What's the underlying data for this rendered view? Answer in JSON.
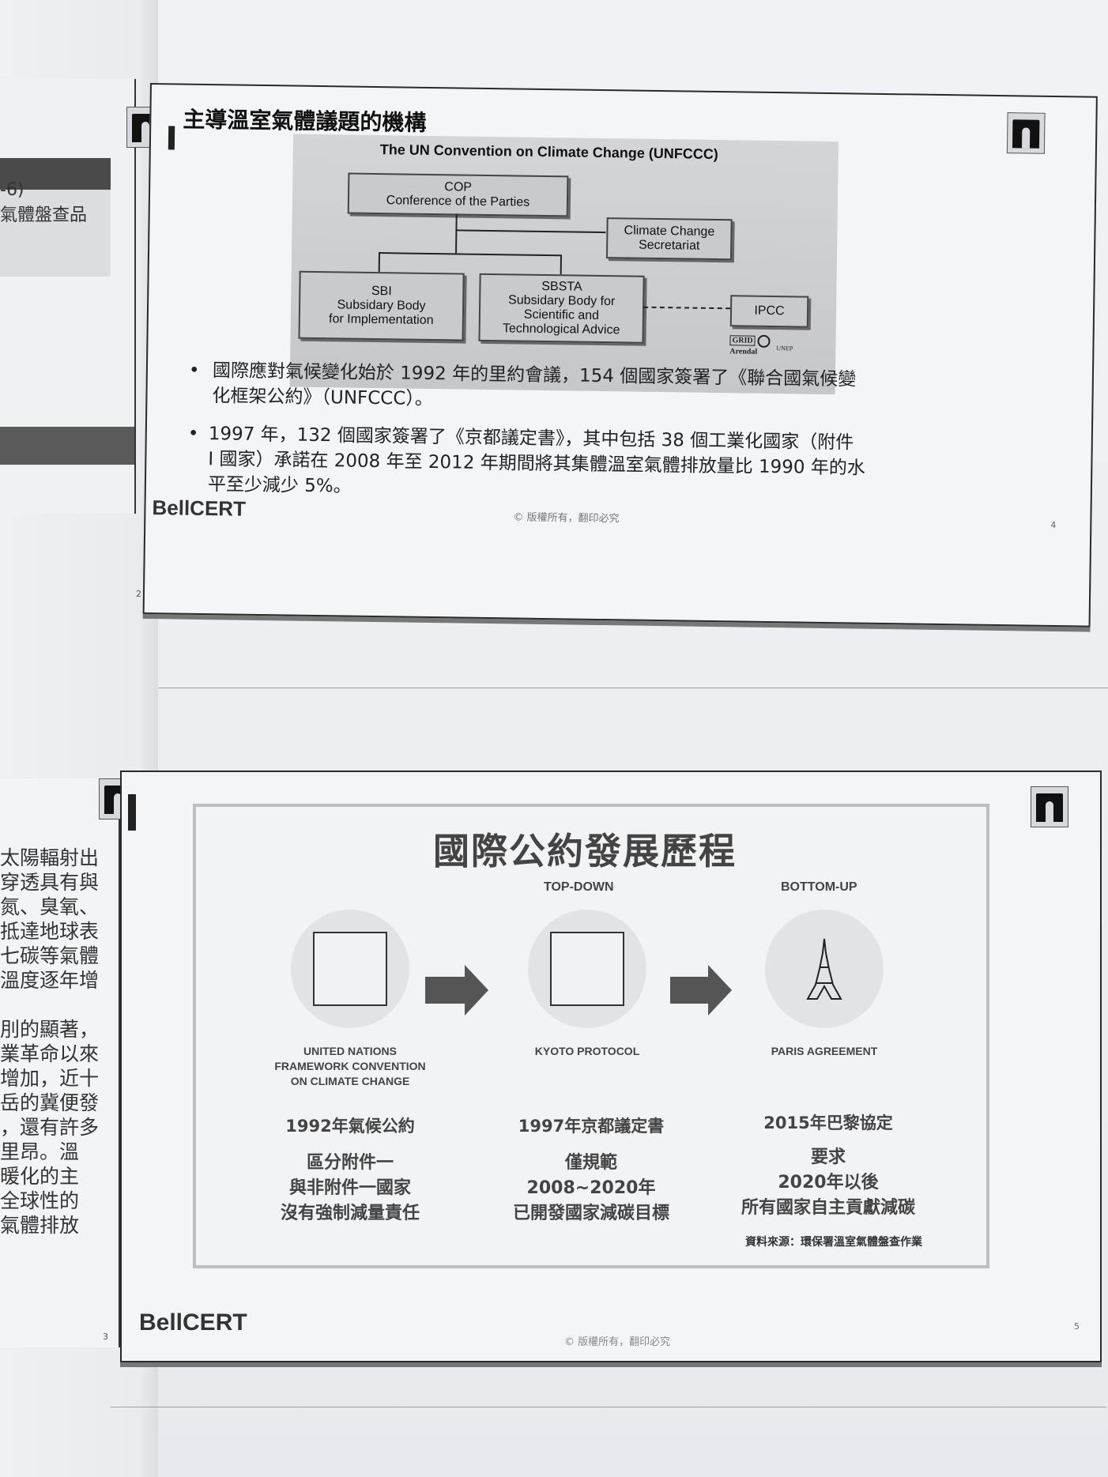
{
  "slide1": {
    "title": "主導溫室氣體議題的機構",
    "diagram_title": "The UN Convention on Climate Change (UNFCCC)",
    "cop_line1": "COP",
    "cop_line2": "Conference of the Parties",
    "secretariat_line1": "Climate Change",
    "secretariat_line2": "Secretariat",
    "sbi_line1": "SBI",
    "sbi_line2": "Subsidary Body",
    "sbi_line3": "for Implementation",
    "sbsta_line1": "SBSTA",
    "sbsta_line2": "Subsidary Body for",
    "sbsta_line3": "Scientific and",
    "sbsta_line4": "Technological Advice",
    "ipcc": "IPCC",
    "grid_logo": "GRID",
    "grid_sub": "Arendal",
    "unep": "UNEP",
    "bullet1_line1": "國際應對氣候變化始於 1992 年的里約會議，154 個國家簽署了《聯合國氣候變",
    "bullet1_line2": "化框架公約》（UNFCCC）。",
    "bullet2_line1": "1997 年，132 個國家簽署了《京都議定書》，其中包括 38 個工業化國家（附件",
    "bullet2_line2": "I 國家）承諾在 2008 年至 2012 年期間將其集體溫室氣體排放量比 1990 年的水",
    "bullet2_line3": "平至少減少 5%。",
    "copyright": "© 版權所有，翻印必究",
    "page_number": "4",
    "brand": "BellCERT",
    "left_page_number": "2"
  },
  "slide2": {
    "title": "國際公約發展歷程",
    "label_topdown": "TOP-DOWN",
    "label_bottomup": "BOTTOM-UP",
    "col1_name_l1": "UNITED NATIONS",
    "col1_name_l2": "FRAMEWORK CONVENTION",
    "col1_name_l3": "ON CLIMATE CHANGE",
    "col2_name": "KYOTO PROTOCOL",
    "col3_name": "PARIS AGREEMENT",
    "col1_year": "1992年氣候公約",
    "col2_year": "1997年京都議定書",
    "col3_year": "2015年巴黎協定",
    "col1_desc_l1": "區分附件一",
    "col1_desc_l2": "與非附件一國家",
    "col1_desc_l3": "沒有強制減量責任",
    "col2_desc_l1": "僅規範",
    "col2_desc_l2": "2008~2020年",
    "col2_desc_l3": "已開發國家減碳目標",
    "col3_desc_l1": "要求",
    "col3_desc_l2": "2020年以後",
    "col3_desc_l3": "所有國家自主貢獻減碳",
    "source": "資料來源：環保署溫室氣體盤查作業",
    "copyright": "© 版權所有，翻印必究",
    "page_number": "5",
    "brand": "BellCERT",
    "left_page_number": "3"
  },
  "left_page": {
    "upper_line1": "-6)",
    "upper_line2": "氣體盤查品",
    "lower_lines": [
      "太陽輻射出",
      "穿透具有與",
      "氮、臭氧、",
      "抵達地球表",
      "七碳等氣體",
      "溫度逐年增",
      "",
      "刖的顯著，",
      "業革命以來",
      "增加，近十",
      "岳的冀便發",
      "，還有許多",
      "里昂。溫",
      "暖化的主",
      "全球性的",
      "氣體排放"
    ]
  }
}
